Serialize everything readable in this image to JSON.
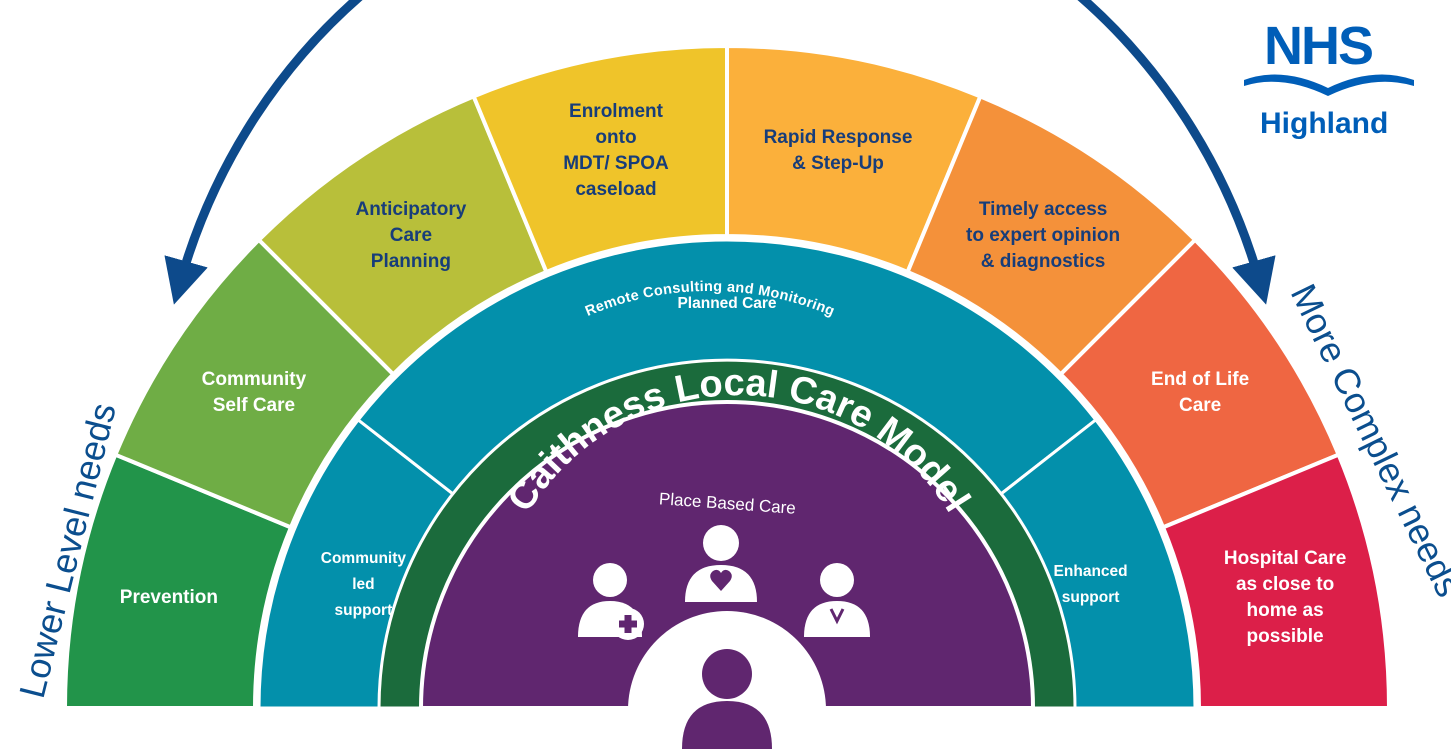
{
  "logo": {
    "brand": "NHS",
    "region": "Highland",
    "brand_color": "#005eb8"
  },
  "side_labels": {
    "left": "Lower Level needs",
    "right": "More Complex needs"
  },
  "outer_segments": [
    {
      "lines": [
        "Prevention"
      ],
      "color": "#22944a",
      "text": "light"
    },
    {
      "lines": [
        "Community",
        "Self Care"
      ],
      "color": "#6fad45",
      "text": "light"
    },
    {
      "lines": [
        "Anticipatory",
        "Care",
        "Planning"
      ],
      "color": "#b8bf3a",
      "text": "dark"
    },
    {
      "lines": [
        "Enrolment",
        "onto",
        "MDT/ SPOA",
        "caseload"
      ],
      "color": "#efc42a",
      "text": "dark"
    },
    {
      "lines": [
        "Rapid Response",
        "& Step-Up"
      ],
      "color": "#fbb03b",
      "text": "dark"
    },
    {
      "lines": [
        "Timely access",
        "to expert opinion",
        "& diagnostics"
      ],
      "color": "#f4913a",
      "text": "dark"
    },
    {
      "lines": [
        "End of Life",
        "Care"
      ],
      "color": "#ef6642",
      "text": "light"
    },
    {
      "lines": [
        "Hospital Care",
        "as close to",
        "home as",
        "possible"
      ],
      "color": "#dc1f49",
      "text": "light"
    }
  ],
  "middle_segments": [
    {
      "lines": [
        "Community",
        "led",
        "support"
      ]
    },
    {
      "lines": [
        "Planned Care"
      ]
    },
    {
      "lines": [
        "Enhanced",
        "support"
      ]
    }
  ],
  "middle_color": "#0390ab",
  "band": {
    "label": "Remote Consulting and Monitoring",
    "color": "#1b6b3c"
  },
  "core": {
    "title": "Caithness Local Care Model",
    "subtitle": "Place Based Care",
    "color": "#60266f"
  },
  "icons": [
    "doctor-plus-icon",
    "carer-heart-icon",
    "professional-v-icon",
    "person-icon"
  ],
  "arrow_color": "#0d4a8b"
}
